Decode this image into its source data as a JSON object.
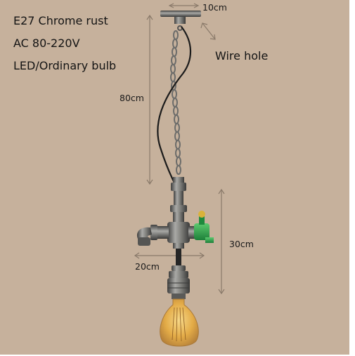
{
  "specs": {
    "line1": "E27 Chrome rust",
    "line2": "AC 80-220V",
    "line3": "LED/Ordinary bulb"
  },
  "dimensions": {
    "canopy_width": "10cm",
    "cord_length": "80cm",
    "body_height": "30cm",
    "body_width": "20cm"
  },
  "annotations": {
    "wire_hole": "Wire hole"
  },
  "colors": {
    "background": "#c6b19c",
    "metal": "#7a7a78",
    "faucet_green": "#2fa84f",
    "dimension_line": "#8a7a6a",
    "bulb_glow": "#e9b24a"
  }
}
